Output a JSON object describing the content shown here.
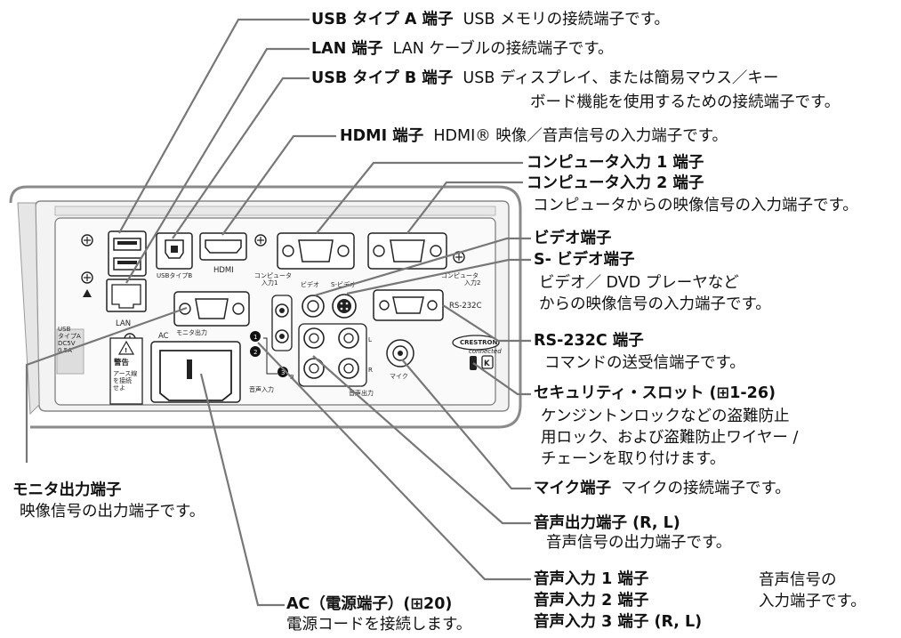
{
  "labels": {
    "usb_a": {
      "name": "USB タイプ A 端子",
      "desc": "USB メモリの接続端子です。"
    },
    "lan": {
      "name": "LAN 端子",
      "desc": "LAN ケーブルの接続端子です。"
    },
    "usb_b": {
      "name": "USB タイプ B 端子",
      "desc": "USB ディスプレイ、または簡易マウス／キー",
      "desc2": "ボード機能を使用するための接続端子です。"
    },
    "hdmi": {
      "name": "HDMI 端子",
      "desc": "HDMI® 映像／音声信号の入力端子です。"
    },
    "comp1": {
      "name": "コンピュータ入力 1 端子"
    },
    "comp2": {
      "name": "コンピュータ入力 2 端子",
      "desc": "コンピュータからの映像信号の入力端子です。"
    },
    "video": {
      "name": "ビデオ端子"
    },
    "svideo": {
      "name": "S- ビデオ端子",
      "desc": "ビデオ／ DVD プレーヤなど\nからの映像信号の入力端子です。"
    },
    "rs232c": {
      "name": "RS-232C 端子",
      "desc": "コマンドの送受信端子です。"
    },
    "security": {
      "name": "セキュリティ・スロット (⊞1-26)",
      "desc": "ケンジントンロックなどの盗難防止\n用ロック、および盗難防止ワイヤー /\nチェーンを取り付けます。"
    },
    "mic": {
      "name": "マイク端子",
      "desc": "マイクの接続端子です。"
    },
    "audio_out": {
      "name": "音声出力端子 (R, L)",
      "desc": "音声信号の出力端子です。"
    },
    "audio_in1": {
      "name": "音声入力 1 端子"
    },
    "audio_in2": {
      "name": "音声入力 2 端子"
    },
    "audio_in3": {
      "name": "音声入力 3 端子 (R, L)"
    },
    "audio_in_desc": "音声信号の\n入力端子です。",
    "monitor": {
      "name": "モニタ出力端子",
      "desc": "映像信号の出力端子です。"
    },
    "ac": {
      "name": "AC（電源端子）(⊞20)",
      "desc": "電源コードを接続します。"
    }
  },
  "panel": {
    "usb_a": "USB\nタイプA\nDC5V\n0.5A",
    "lan": "LAN",
    "usb_b": "USBタイプB",
    "hdmi": "HDMI",
    "comp1": "コンピュータ\n入力1",
    "video": "ビデオ",
    "svideo": "S-ビデオ",
    "comp2": "コンピュータ\n入力2",
    "rs232c": "RS-232C",
    "crestron": "CRESTRON",
    "crestron_sub": "connected",
    "ac": "AC",
    "monitor_out": "モニタ出力",
    "warning": "警告",
    "warning_sub": "アース線\nを接続\nせよ",
    "audio_in": "音声入力",
    "audio_out": "音声出力",
    "mic": "マイク",
    "n1": "1",
    "n2": "2",
    "n3": "3",
    "R": "R",
    "L": "L"
  }
}
